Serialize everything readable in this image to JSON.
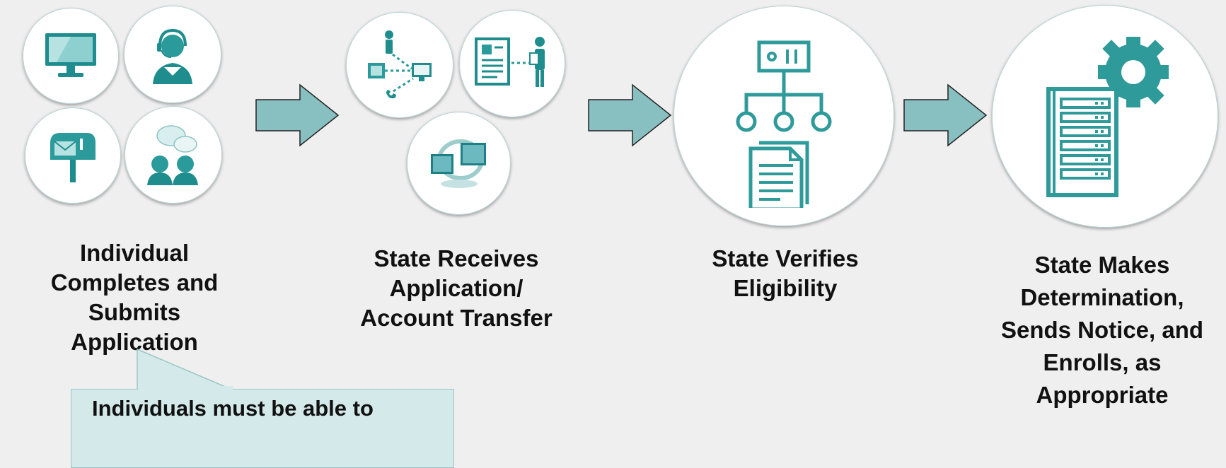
{
  "steps": [
    {
      "label_lines": [
        "Individual",
        "Completes and",
        "Submits Application"
      ]
    },
    {
      "label_lines": [
        "State Receives",
        "Application/",
        "Account Transfer"
      ]
    },
    {
      "label_lines": [
        "State Verifies",
        "Eligibility"
      ]
    },
    {
      "label_lines": [
        "State Makes",
        "Determination,",
        "Sends Notice, and",
        "Enrolls, as",
        "Appropriate"
      ]
    }
  ],
  "callout": {
    "text": "Individuals must be able to"
  },
  "colors": {
    "teal": "#2f9a9a",
    "arrow_fill": "#88bfc0",
    "callout_bg": "#d4e9ea"
  },
  "icons": {
    "step1": [
      "computer-monitor-icon",
      "call-center-agent-icon",
      "mailbox-icon",
      "people-chat-icon"
    ],
    "step2": [
      "network-transfer-icon",
      "document-person-icon",
      "computers-exchange-icon"
    ],
    "step3": "hierarchy-document-icon",
    "step4": "server-gear-icon"
  }
}
